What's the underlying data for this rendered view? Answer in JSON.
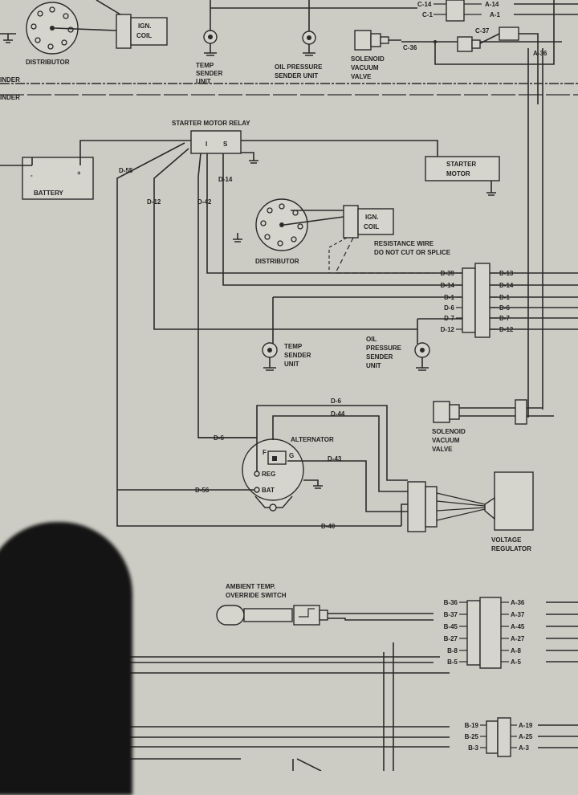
{
  "top": {
    "distributor": "DISTRIBUTOR",
    "ign_coil": [
      "IGN.",
      "COIL"
    ],
    "temp_sender": [
      "TEMP",
      "SENDER",
      "UNIT"
    ],
    "oil_sender": [
      "OIL PRESSURE",
      "SENDER UNIT"
    ],
    "solenoid": [
      "SOLENOID",
      "VACUUM",
      "VALVE"
    ],
    "conn_left": [
      "C-14",
      "C-1"
    ],
    "conn_right": [
      "A-14",
      "A-1"
    ],
    "c36": "C-36",
    "c37": "C-37",
    "a36": "A-36",
    "cut1": "INDER",
    "cut2": "INDER"
  },
  "relay": {
    "title": "STARTER MOTOR RELAY",
    "i": "I",
    "s": "S"
  },
  "battery": {
    "label": "BATTERY",
    "minus": "-",
    "plus": "+"
  },
  "starter": [
    "STARTER",
    "MOTOR"
  ],
  "wires": {
    "d55": "D-55",
    "d12": "D-12",
    "d42": "D-42",
    "d14": "D-14"
  },
  "mid": {
    "ign_coil": [
      "IGN.",
      "COIL"
    ],
    "distributor": "DISTRIBUTOR",
    "resistance": [
      "RESISTANCE WIRE",
      "DO NOT CUT OR SPLICE"
    ],
    "temp_sender": [
      "TEMP",
      "SENDER",
      "UNIT"
    ],
    "oil_sender": [
      "OIL",
      "PRESSURE",
      "SENDER",
      "UNIT"
    ]
  },
  "conn_d": {
    "left": [
      "D-39",
      "D-14",
      "D-1",
      "D-6",
      "D-7",
      "D-12"
    ],
    "right": [
      "D-13",
      "D-14",
      "D-1",
      "D-6",
      "D-7",
      "D-12"
    ]
  },
  "alternator": {
    "title": "ALTERNATOR",
    "f": "F",
    "g": "G",
    "reg": "REG",
    "bat": "BAT",
    "d6_top": "D-6",
    "d44": "D-44",
    "d6_left": "D-6",
    "d43": "D-43",
    "d56": "D-56",
    "d40": "D-40"
  },
  "solenoid2": [
    "SOLENOID",
    "VACUUM",
    "VALVE"
  ],
  "regulator": [
    "VOLTAGE",
    "REGULATOR"
  ],
  "ambient": [
    "AMBIENT TEMP.",
    "OVERRIDE SWITCH"
  ],
  "conn_b": {
    "left": [
      "B-36",
      "B-37",
      "B-45",
      "B-27",
      "B-8",
      "B-5"
    ],
    "right": [
      "A-36",
      "A-37",
      "A-45",
      "A-27",
      "A-8",
      "A-5"
    ]
  },
  "conn_b2": {
    "left": [
      "B-19",
      "B-25",
      "B-3"
    ],
    "right": [
      "A-19",
      "A-25",
      "A-3"
    ]
  }
}
